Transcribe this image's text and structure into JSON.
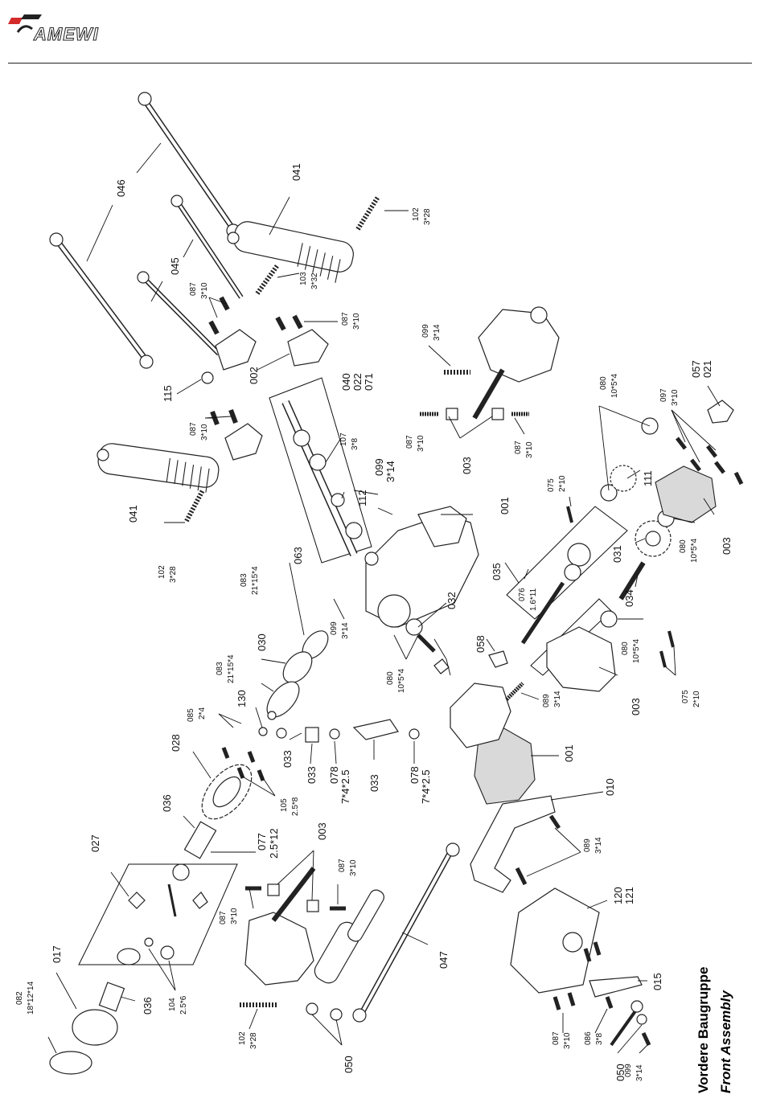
{
  "header": {
    "logo_text": "AMEWI",
    "brand_color": "#d42a2a"
  },
  "titles": {
    "title_de": "Vordere Baugruppe",
    "title_en": "Front Assembly"
  },
  "labels": [
    {
      "id": "l046",
      "text": "046"
    },
    {
      "id": "l041a",
      "text": "041"
    },
    {
      "id": "l102a",
      "text": "102"
    },
    {
      "id": "l102a_s",
      "text": "3*28"
    },
    {
      "id": "l045",
      "text": "045"
    },
    {
      "id": "l087a",
      "text": "087"
    },
    {
      "id": "l087a_s",
      "text": "3*10"
    },
    {
      "id": "l103",
      "text": "103"
    },
    {
      "id": "l103_s",
      "text": "3*32"
    },
    {
      "id": "l087b",
      "text": "087"
    },
    {
      "id": "l087b_s",
      "text": "3*10"
    },
    {
      "id": "l099a",
      "text": "099"
    },
    {
      "id": "l099a_s",
      "text": "3*14"
    },
    {
      "id": "l115",
      "text": "115"
    },
    {
      "id": "l002",
      "text": "002"
    },
    {
      "id": "l040",
      "text": "040"
    },
    {
      "id": "l022",
      "text": "022"
    },
    {
      "id": "l071",
      "text": "071"
    },
    {
      "id": "l087c",
      "text": "087"
    },
    {
      "id": "l087c_s",
      "text": "3*10"
    },
    {
      "id": "l003a",
      "text": "003"
    },
    {
      "id": "l087d",
      "text": "087"
    },
    {
      "id": "l087d_s",
      "text": "3*10"
    },
    {
      "id": "l080a",
      "text": "080"
    },
    {
      "id": "l080a_s",
      "text": "10*5*4"
    },
    {
      "id": "l057",
      "text": "057"
    },
    {
      "id": "l021",
      "text": "021"
    },
    {
      "id": "l097",
      "text": "097"
    },
    {
      "id": "l097_s",
      "text": "3*10"
    },
    {
      "id": "l087e",
      "text": "087"
    },
    {
      "id": "l087e_s",
      "text": "3*10"
    },
    {
      "id": "l107",
      "text": "107"
    },
    {
      "id": "l107_s",
      "text": "3*8"
    },
    {
      "id": "l099b",
      "text": "099"
    },
    {
      "id": "l099b_s",
      "text": "3*14"
    },
    {
      "id": "l112",
      "text": "112"
    },
    {
      "id": "l041b",
      "text": "041"
    },
    {
      "id": "l001a",
      "text": "001"
    },
    {
      "id": "l075a",
      "text": "075"
    },
    {
      "id": "l075a_s",
      "text": "2*10"
    },
    {
      "id": "l111",
      "text": "111"
    },
    {
      "id": "l102b",
      "text": "102"
    },
    {
      "id": "l102b_s",
      "text": "3*28"
    },
    {
      "id": "l063",
      "text": "063"
    },
    {
      "id": "l083a",
      "text": "083"
    },
    {
      "id": "l083a_s",
      "text": "21*15*4"
    },
    {
      "id": "l035",
      "text": "035"
    },
    {
      "id": "l076",
      "text": "076"
    },
    {
      "id": "l076_s",
      "text": "1.6*11"
    },
    {
      "id": "l031",
      "text": "031"
    },
    {
      "id": "l080b",
      "text": "080"
    },
    {
      "id": "l080b_s",
      "text": "10*5*4"
    },
    {
      "id": "l003b",
      "text": "003"
    },
    {
      "id": "l099c",
      "text": "099"
    },
    {
      "id": "l099c_s",
      "text": "3*14"
    },
    {
      "id": "l032",
      "text": "032"
    },
    {
      "id": "l034",
      "text": "034"
    },
    {
      "id": "l030",
      "text": "030"
    },
    {
      "id": "l083b",
      "text": "083"
    },
    {
      "id": "l083b_s",
      "text": "21*15*4"
    },
    {
      "id": "l058",
      "text": "058"
    },
    {
      "id": "l080c",
      "text": "080"
    },
    {
      "id": "l080c_s",
      "text": "10*5*4"
    },
    {
      "id": "l080d",
      "text": "080"
    },
    {
      "id": "l080d_s",
      "text": "10*5*4"
    },
    {
      "id": "l085",
      "text": "085"
    },
    {
      "id": "l085_s",
      "text": "2*4"
    },
    {
      "id": "l130",
      "text": "130"
    },
    {
      "id": "l089a",
      "text": "089"
    },
    {
      "id": "l089a_s",
      "text": "3*14"
    },
    {
      "id": "l003c",
      "text": "003"
    },
    {
      "id": "l075b",
      "text": "075"
    },
    {
      "id": "l075b_s",
      "text": "2*10"
    },
    {
      "id": "l028",
      "text": "028"
    },
    {
      "id": "l033a",
      "text": "033"
    },
    {
      "id": "l033b",
      "text": "033"
    },
    {
      "id": "l078a",
      "text": "078"
    },
    {
      "id": "l078a_s",
      "text": "7*4*2.5"
    },
    {
      "id": "l033c",
      "text": "033"
    },
    {
      "id": "l078b",
      "text": "078"
    },
    {
      "id": "l078b_s",
      "text": "7*4*2.5"
    },
    {
      "id": "l001b",
      "text": "001"
    },
    {
      "id": "l105",
      "text": "105"
    },
    {
      "id": "l105_s",
      "text": "2.5*8"
    },
    {
      "id": "l036a",
      "text": "036"
    },
    {
      "id": "l027",
      "text": "027"
    },
    {
      "id": "l077",
      "text": "077"
    },
    {
      "id": "l077_s",
      "text": "2.5*12"
    },
    {
      "id": "l003d",
      "text": "003"
    },
    {
      "id": "l010",
      "text": "010"
    },
    {
      "id": "l089b",
      "text": "089"
    },
    {
      "id": "l089b_s",
      "text": "3*14"
    },
    {
      "id": "l087f",
      "text": "087"
    },
    {
      "id": "l087f_s",
      "text": "3*10"
    },
    {
      "id": "l087g",
      "text": "087"
    },
    {
      "id": "l087g_s",
      "text": "3*10"
    },
    {
      "id": "l120",
      "text": "120"
    },
    {
      "id": "l121",
      "text": "121"
    },
    {
      "id": "l017",
      "text": "017"
    },
    {
      "id": "l082",
      "text": "082"
    },
    {
      "id": "l082_s",
      "text": "18*12*14"
    },
    {
      "id": "l036b",
      "text": "036"
    },
    {
      "id": "l104",
      "text": "104"
    },
    {
      "id": "l104_s",
      "text": "2.5*6"
    },
    {
      "id": "l047",
      "text": "047"
    },
    {
      "id": "l015",
      "text": "015"
    },
    {
      "id": "l102c",
      "text": "102"
    },
    {
      "id": "l102c_s",
      "text": "3*28"
    },
    {
      "id": "l087h",
      "text": "087"
    },
    {
      "id": "l087h_s",
      "text": "3*10"
    },
    {
      "id": "l086",
      "text": "086"
    },
    {
      "id": "l086_s",
      "text": "3*8"
    },
    {
      "id": "l050a",
      "text": "050"
    },
    {
      "id": "l050b",
      "text": "050"
    },
    {
      "id": "l099d",
      "text": "099"
    },
    {
      "id": "l099d_s",
      "text": "3*14"
    }
  ]
}
